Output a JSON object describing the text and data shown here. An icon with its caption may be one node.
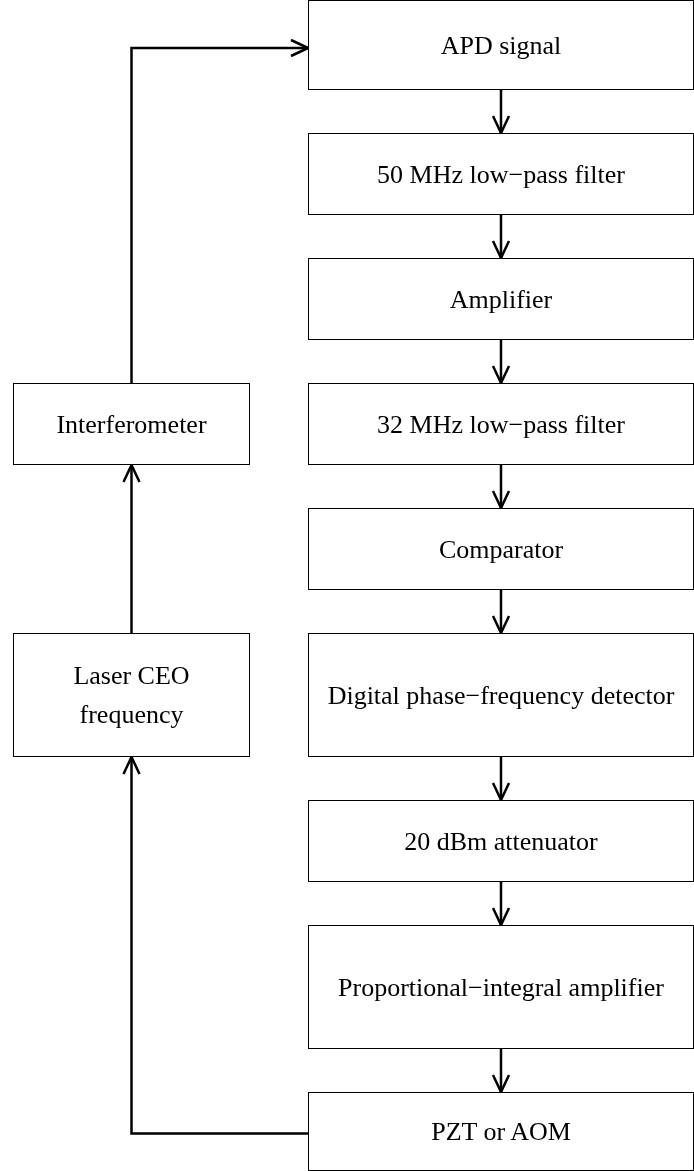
{
  "diagram": {
    "nodes": [
      {
        "text": [
          "APD signal"
        ]
      },
      {
        "text": [
          "50 MHz low−pass filter"
        ]
      },
      {
        "text": [
          "Amplifier"
        ]
      },
      {
        "text": [
          "32 MHz low−pass filter"
        ]
      },
      {
        "text": [
          "Comparator"
        ]
      },
      {
        "text": [
          "Digital phase−frequency detector"
        ]
      },
      {
        "text": [
          "20 dBm attenuator"
        ]
      },
      {
        "text": [
          "Proportional−integral amplifier"
        ]
      },
      {
        "text": [
          "PZT or AOM"
        ]
      },
      {
        "text": [
          "Interferometer"
        ]
      },
      {
        "text": [
          "Laser CEO frequency"
        ]
      }
    ],
    "edges": [
      {
        "from": 0,
        "to": 1,
        "arrow": "to"
      },
      {
        "from": 1,
        "to": 2,
        "arrow": "to"
      },
      {
        "from": 2,
        "to": 3,
        "arrow": "to"
      },
      {
        "from": 3,
        "to": 4,
        "arrow": "to"
      },
      {
        "from": 4,
        "to": 5,
        "arrow": "to"
      },
      {
        "from": 5,
        "to": 6,
        "arrow": "to"
      },
      {
        "from": 6,
        "to": 7,
        "arrow": "to"
      },
      {
        "from": 7,
        "to": 8,
        "arrow": "to"
      },
      {
        "from": 8,
        "to": 10,
        "arrow": "to"
      },
      {
        "from": 10,
        "to": 9,
        "arrow": "to"
      },
      {
        "from": 9,
        "to": 0,
        "arrow": "to"
      }
    ]
  }
}
